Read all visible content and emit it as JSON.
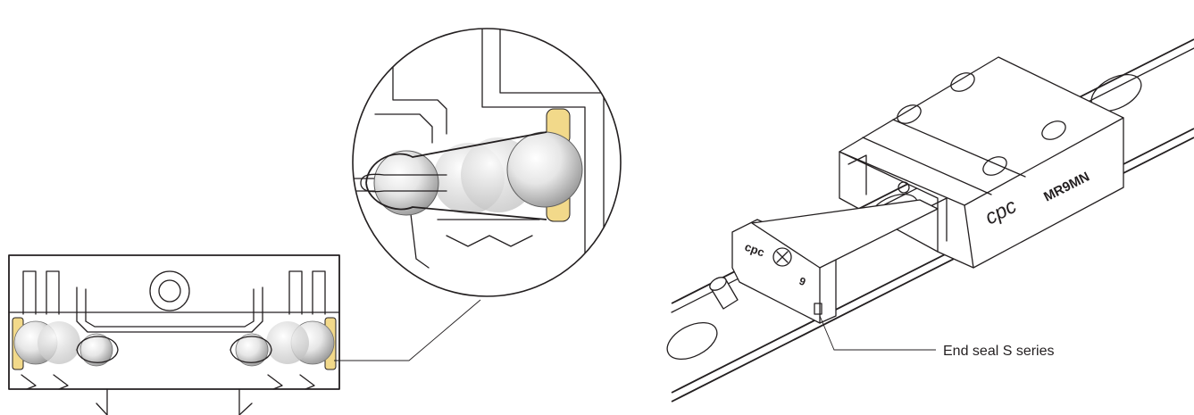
{
  "callout": {
    "end_seal_label": "End seal S series"
  },
  "block_markings": {
    "brand": "cpc",
    "model": "MR9MN"
  },
  "seal_markings": {
    "brand": "cpc",
    "size": "9"
  },
  "colors": {
    "line": "#231f20",
    "background": "#ffffff",
    "ball_shade": "#9a9a9a",
    "ball_highlight": "#ffffff",
    "cage_tab": "#f2d98a"
  }
}
